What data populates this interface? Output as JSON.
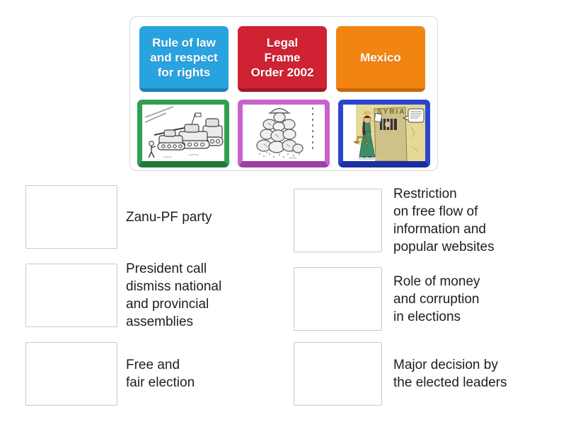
{
  "page": {
    "background": "#ffffff"
  },
  "panel": {
    "keywords": [
      {
        "label": "Rule of law\nand respect\nfor rights",
        "color": "#29a3df",
        "shadow_color": "#1f82b7",
        "text_color": "#ffffff"
      },
      {
        "label": "Legal\nFrame\nOrder 2002",
        "color": "#cf2233",
        "shadow_color": "#a01a28",
        "text_color": "#ffffff"
      },
      {
        "label": "Mexico",
        "color": "#f28411",
        "shadow_color": "#c4690a",
        "text_color": "#ffffff"
      }
    ],
    "images": [
      {
        "name": "tanks-cartoon",
        "frame_color": "#2fa04f",
        "frame_shadow": "#1f7a38",
        "description": "black-and-white cartoon of a column of tanks facing a small person"
      },
      {
        "name": "crumbling-statue-cartoon",
        "frame_color": "#c763ce",
        "frame_shadow": "#9e3fa5",
        "description": "black-and-white cartoon of a figure crumbling into a pile of stones beside a dashed line"
      },
      {
        "name": "syria-justice-cartoon",
        "frame_color": "#2a45ce",
        "frame_shadow": "#1c2f9e",
        "description": "colour cartoon of Lady Justice with scales outside a Syrian prison wall"
      }
    ]
  },
  "matches": {
    "left": [
      {
        "label": "Zanu-PF party"
      },
      {
        "label": "President call\ndismiss national\nand provincial\nassemblies"
      },
      {
        "label": "Free and\nfair election"
      }
    ],
    "right": [
      {
        "label": "Restriction\non free flow of\ninformation and\npopular websites"
      },
      {
        "label": "Role of money\nand corruption\nin elections"
      },
      {
        "label": "Major decision by\nthe elected leaders"
      }
    ]
  }
}
